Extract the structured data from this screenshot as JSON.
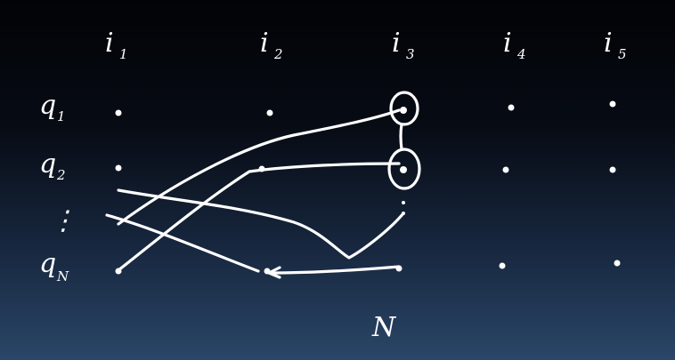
{
  "columns": [
    {
      "main": "i",
      "sub": "1"
    },
    {
      "main": "i",
      "sub": "2"
    },
    {
      "main": "i",
      "sub": "3"
    },
    {
      "main": "i",
      "sub": "4"
    },
    {
      "main": "i",
      "sub": "5"
    }
  ],
  "rows": [
    {
      "main": "q",
      "sub": "1"
    },
    {
      "main": "q",
      "sub": "2"
    },
    {
      "main": "⋮",
      "sub": ""
    },
    {
      "main": "q",
      "sub": "N"
    }
  ],
  "bottom_label": "N",
  "colors": {
    "ink": "#ffffff",
    "board_top": "#020306",
    "board_bottom": "#2a4668"
  }
}
